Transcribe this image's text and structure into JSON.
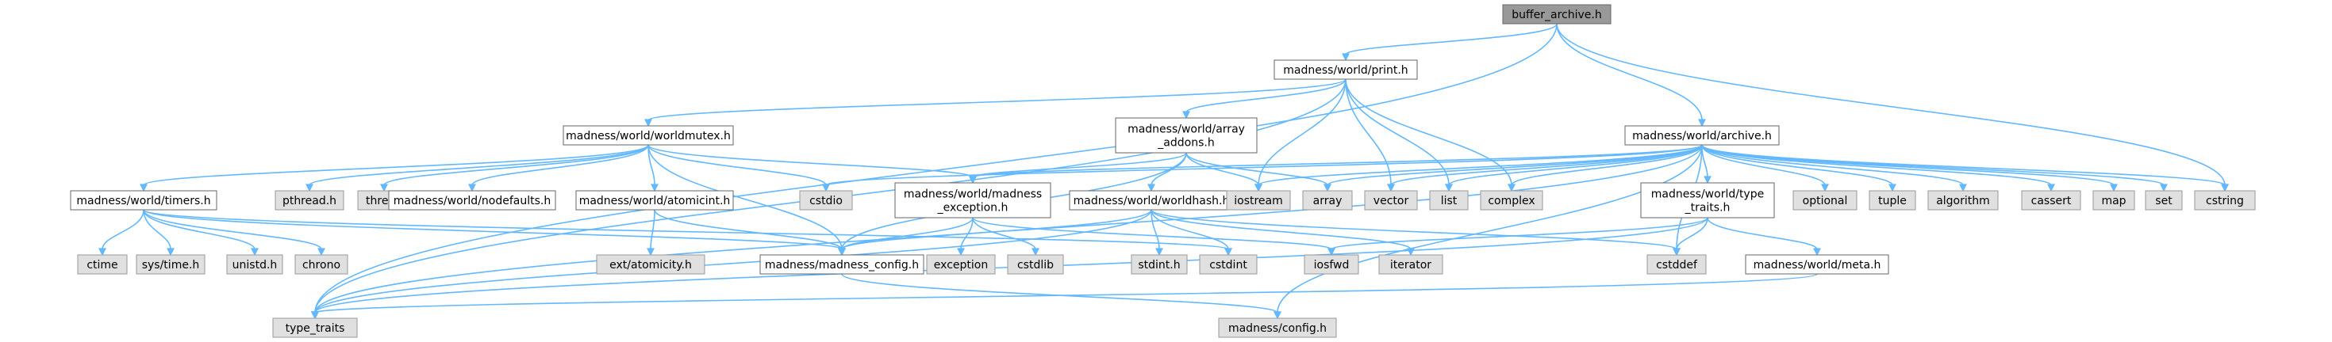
{
  "graph": {
    "title": "buffer_archive.h",
    "colors": {
      "root_fill": "#999999",
      "project_fill": "#ffffff",
      "system_fill": "#e0e0e0",
      "node_border": "#999999",
      "project_border": "#666666",
      "edge": "#63b8ff",
      "text": "#000000"
    },
    "nodes": [
      {
        "id": "buffer_archive",
        "label": "buffer_archive.h",
        "kind": "root"
      },
      {
        "id": "print",
        "label": "madness/world/print.h",
        "kind": "project"
      },
      {
        "id": "worldmutex",
        "label": "madness/world/worldmutex.h",
        "kind": "project"
      },
      {
        "id": "array_addons",
        "label": "madness/world/array_addons.h",
        "lines": [
          "madness/world/array",
          "_addons.h"
        ],
        "kind": "project"
      },
      {
        "id": "archive",
        "label": "madness/world/archive.h",
        "kind": "project"
      },
      {
        "id": "timers",
        "label": "madness/world/timers.h",
        "kind": "project"
      },
      {
        "id": "pthread",
        "label": "pthread.h",
        "kind": "system"
      },
      {
        "id": "thread",
        "label": "thread",
        "kind": "system"
      },
      {
        "id": "nodefaults",
        "label": "madness/world/nodefaults.h",
        "kind": "project"
      },
      {
        "id": "atomicint",
        "label": "madness/world/atomicint.h",
        "kind": "project"
      },
      {
        "id": "cstdio",
        "label": "cstdio",
        "kind": "system"
      },
      {
        "id": "madness_exception",
        "label": "madness/world/madness_exception.h",
        "lines": [
          "madness/world/madness",
          "_exception.h"
        ],
        "kind": "project"
      },
      {
        "id": "worldhash",
        "label": "madness/world/worldhash.h",
        "kind": "project"
      },
      {
        "id": "iostream",
        "label": "iostream",
        "kind": "system"
      },
      {
        "id": "array",
        "label": "array",
        "kind": "system"
      },
      {
        "id": "vector",
        "label": "vector",
        "kind": "system"
      },
      {
        "id": "list",
        "label": "list",
        "kind": "system"
      },
      {
        "id": "complex",
        "label": "complex",
        "kind": "system"
      },
      {
        "id": "type_traits_h",
        "label": "madness/world/type_traits.h",
        "lines": [
          "madness/world/type",
          "_traits.h"
        ],
        "kind": "project"
      },
      {
        "id": "optional",
        "label": "optional",
        "kind": "system"
      },
      {
        "id": "tuple",
        "label": "tuple",
        "kind": "system"
      },
      {
        "id": "algorithm",
        "label": "algorithm",
        "kind": "system"
      },
      {
        "id": "cassert",
        "label": "cassert",
        "kind": "system"
      },
      {
        "id": "map",
        "label": "map",
        "kind": "system"
      },
      {
        "id": "set",
        "label": "set",
        "kind": "system"
      },
      {
        "id": "cstring",
        "label": "cstring",
        "kind": "system"
      },
      {
        "id": "ctime",
        "label": "ctime",
        "kind": "system"
      },
      {
        "id": "systime",
        "label": "sys/time.h",
        "kind": "system"
      },
      {
        "id": "unistd",
        "label": "unistd.h",
        "kind": "system"
      },
      {
        "id": "chrono",
        "label": "chrono",
        "kind": "system"
      },
      {
        "id": "ext_atomicity",
        "label": "ext/atomicity.h",
        "kind": "system"
      },
      {
        "id": "madness_config",
        "label": "madness/madness_config.h",
        "kind": "project"
      },
      {
        "id": "exception",
        "label": "exception",
        "kind": "system"
      },
      {
        "id": "cstdlib",
        "label": "cstdlib",
        "kind": "system"
      },
      {
        "id": "stdint",
        "label": "stdint.h",
        "kind": "system"
      },
      {
        "id": "cstdint",
        "label": "cstdint",
        "kind": "system"
      },
      {
        "id": "iosfwd",
        "label": "iosfwd",
        "kind": "system"
      },
      {
        "id": "iterator",
        "label": "iterator",
        "kind": "system"
      },
      {
        "id": "cstddef",
        "label": "cstddef",
        "kind": "system"
      },
      {
        "id": "meta",
        "label": "madness/world/meta.h",
        "kind": "project"
      },
      {
        "id": "type_traits",
        "label": "type_traits",
        "kind": "system"
      },
      {
        "id": "config",
        "label": "madness/config.h",
        "kind": "system"
      }
    ],
    "edges": [
      [
        "buffer_archive",
        "print"
      ],
      [
        "buffer_archive",
        "archive"
      ],
      [
        "buffer_archive",
        "type_traits"
      ],
      [
        "buffer_archive",
        "cstring"
      ],
      [
        "print",
        "worldmutex"
      ],
      [
        "print",
        "array_addons"
      ],
      [
        "print",
        "iostream"
      ],
      [
        "print",
        "vector"
      ],
      [
        "print",
        "list"
      ],
      [
        "print",
        "complex"
      ],
      [
        "print",
        "type_traits"
      ],
      [
        "worldmutex",
        "timers"
      ],
      [
        "worldmutex",
        "pthread"
      ],
      [
        "worldmutex",
        "thread"
      ],
      [
        "worldmutex",
        "nodefaults"
      ],
      [
        "worldmutex",
        "atomicint"
      ],
      [
        "worldmutex",
        "cstdio"
      ],
      [
        "worldmutex",
        "madness_exception"
      ],
      [
        "worldmutex",
        "madness_config"
      ],
      [
        "array_addons",
        "madness_exception"
      ],
      [
        "array_addons",
        "worldhash"
      ],
      [
        "array_addons",
        "iostream"
      ],
      [
        "array_addons",
        "array"
      ],
      [
        "array_addons",
        "madness_config"
      ],
      [
        "archive",
        "madness_exception"
      ],
      [
        "archive",
        "iostream"
      ],
      [
        "archive",
        "array"
      ],
      [
        "archive",
        "vector"
      ],
      [
        "archive",
        "list"
      ],
      [
        "archive",
        "complex"
      ],
      [
        "archive",
        "type_traits_h"
      ],
      [
        "archive",
        "optional"
      ],
      [
        "archive",
        "tuple"
      ],
      [
        "archive",
        "algorithm"
      ],
      [
        "archive",
        "cassert"
      ],
      [
        "archive",
        "map"
      ],
      [
        "archive",
        "set"
      ],
      [
        "archive",
        "cstring"
      ],
      [
        "archive",
        "cstdio"
      ],
      [
        "archive",
        "type_traits"
      ],
      [
        "archive",
        "cstddef"
      ],
      [
        "archive",
        "config"
      ],
      [
        "timers",
        "ctime"
      ],
      [
        "timers",
        "systime"
      ],
      [
        "timers",
        "unistd"
      ],
      [
        "timers",
        "chrono"
      ],
      [
        "timers",
        "madness_config"
      ],
      [
        "timers",
        "cstdint"
      ],
      [
        "atomicint",
        "ext_atomicity"
      ],
      [
        "atomicint",
        "madness_config"
      ],
      [
        "madness_exception",
        "madness_config"
      ],
      [
        "madness_exception",
        "exception"
      ],
      [
        "madness_exception",
        "cstdlib"
      ],
      [
        "madness_exception",
        "iosfwd"
      ],
      [
        "worldhash",
        "madness_config"
      ],
      [
        "worldhash",
        "stdint"
      ],
      [
        "worldhash",
        "cstdint"
      ],
      [
        "worldhash",
        "iterator"
      ],
      [
        "worldhash",
        "type_traits"
      ],
      [
        "worldhash",
        "cstddef"
      ],
      [
        "type_traits_h",
        "iosfwd"
      ],
      [
        "type_traits_h",
        "cstddef"
      ],
      [
        "type_traits_h",
        "meta"
      ],
      [
        "type_traits_h",
        "type_traits"
      ],
      [
        "meta",
        "type_traits"
      ],
      [
        "madness_config",
        "config"
      ]
    ]
  }
}
